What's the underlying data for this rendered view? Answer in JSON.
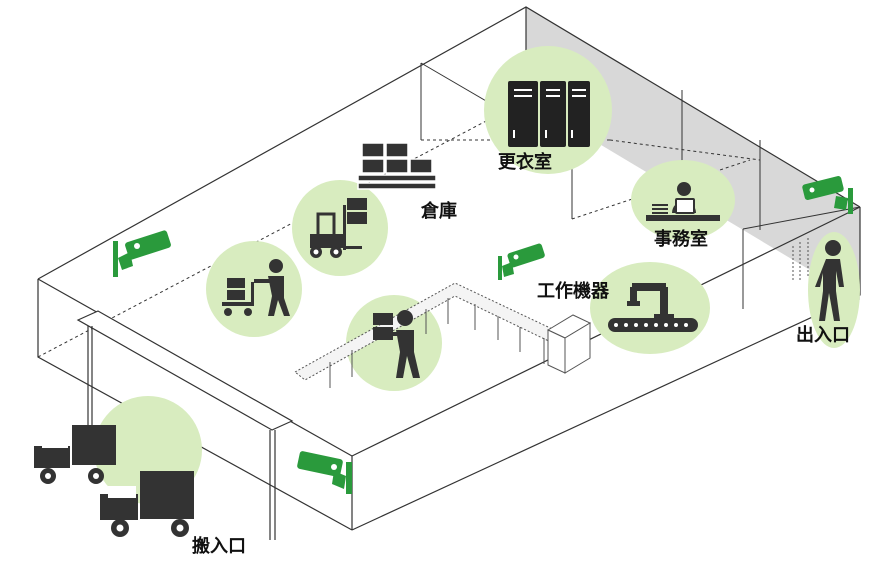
{
  "labels": {
    "warehouse": "倉庫",
    "locker_room": "更衣室",
    "office": "事務室",
    "machine_tools": "工作機器",
    "exit": "出入口",
    "loading_entrance": "搬入口"
  },
  "colors": {
    "camera": "#2a9a3c",
    "zone_highlight": "#d8ecbf",
    "icon": "#222222",
    "outline": "#333333",
    "side_wall": "#d8d8d8"
  },
  "icons": [
    "security-camera-icon",
    "truck-icon",
    "worker-icon",
    "forklift-icon",
    "cart-icon",
    "pallet-boxes-icon",
    "locker-icon",
    "desk-worker-icon",
    "robot-arm-icon",
    "walking-person-icon"
  ]
}
